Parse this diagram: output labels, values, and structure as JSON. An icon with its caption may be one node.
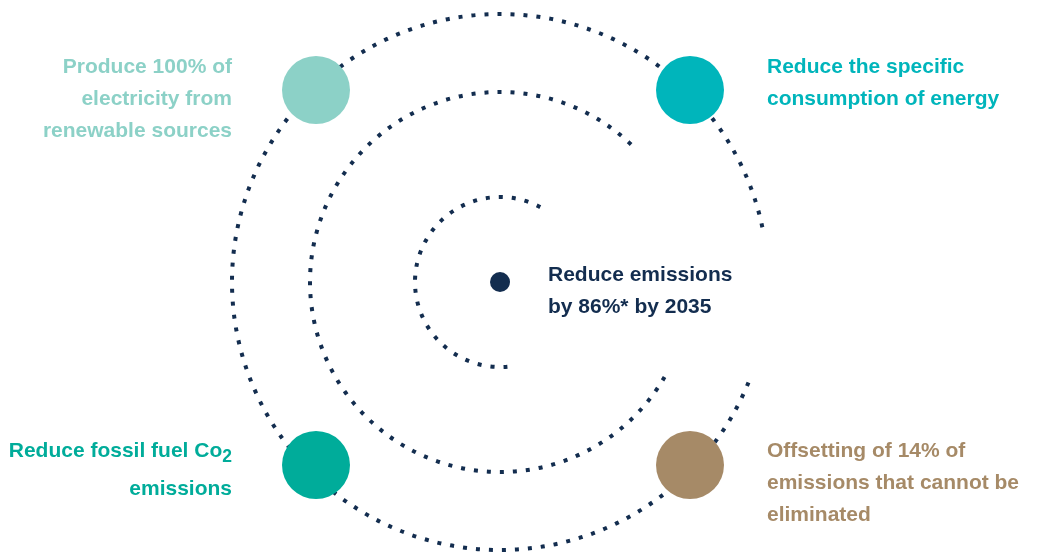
{
  "diagram": {
    "nodes": [
      {
        "text": [],
        "shape": "circle",
        "beside": [
          "Produce 100% of electricity from renewable sources"
        ]
      },
      {
        "text": [],
        "shape": "circle",
        "beside": [
          "Reduce the specific consumption of energy"
        ]
      },
      {
        "text": [],
        "shape": "circle",
        "beside": [
          "Reduce emissions by 86%* by 2035"
        ]
      },
      {
        "text": [],
        "shape": "circle",
        "beside": [
          "Reduce fossil fuel Co$_{2}$ emissions"
        ]
      },
      {
        "text": [],
        "shape": "circle",
        "beside": [
          "Offsetting of 14% of emissions that cannot be eliminated"
        ]
      }
    ]
  }
}
